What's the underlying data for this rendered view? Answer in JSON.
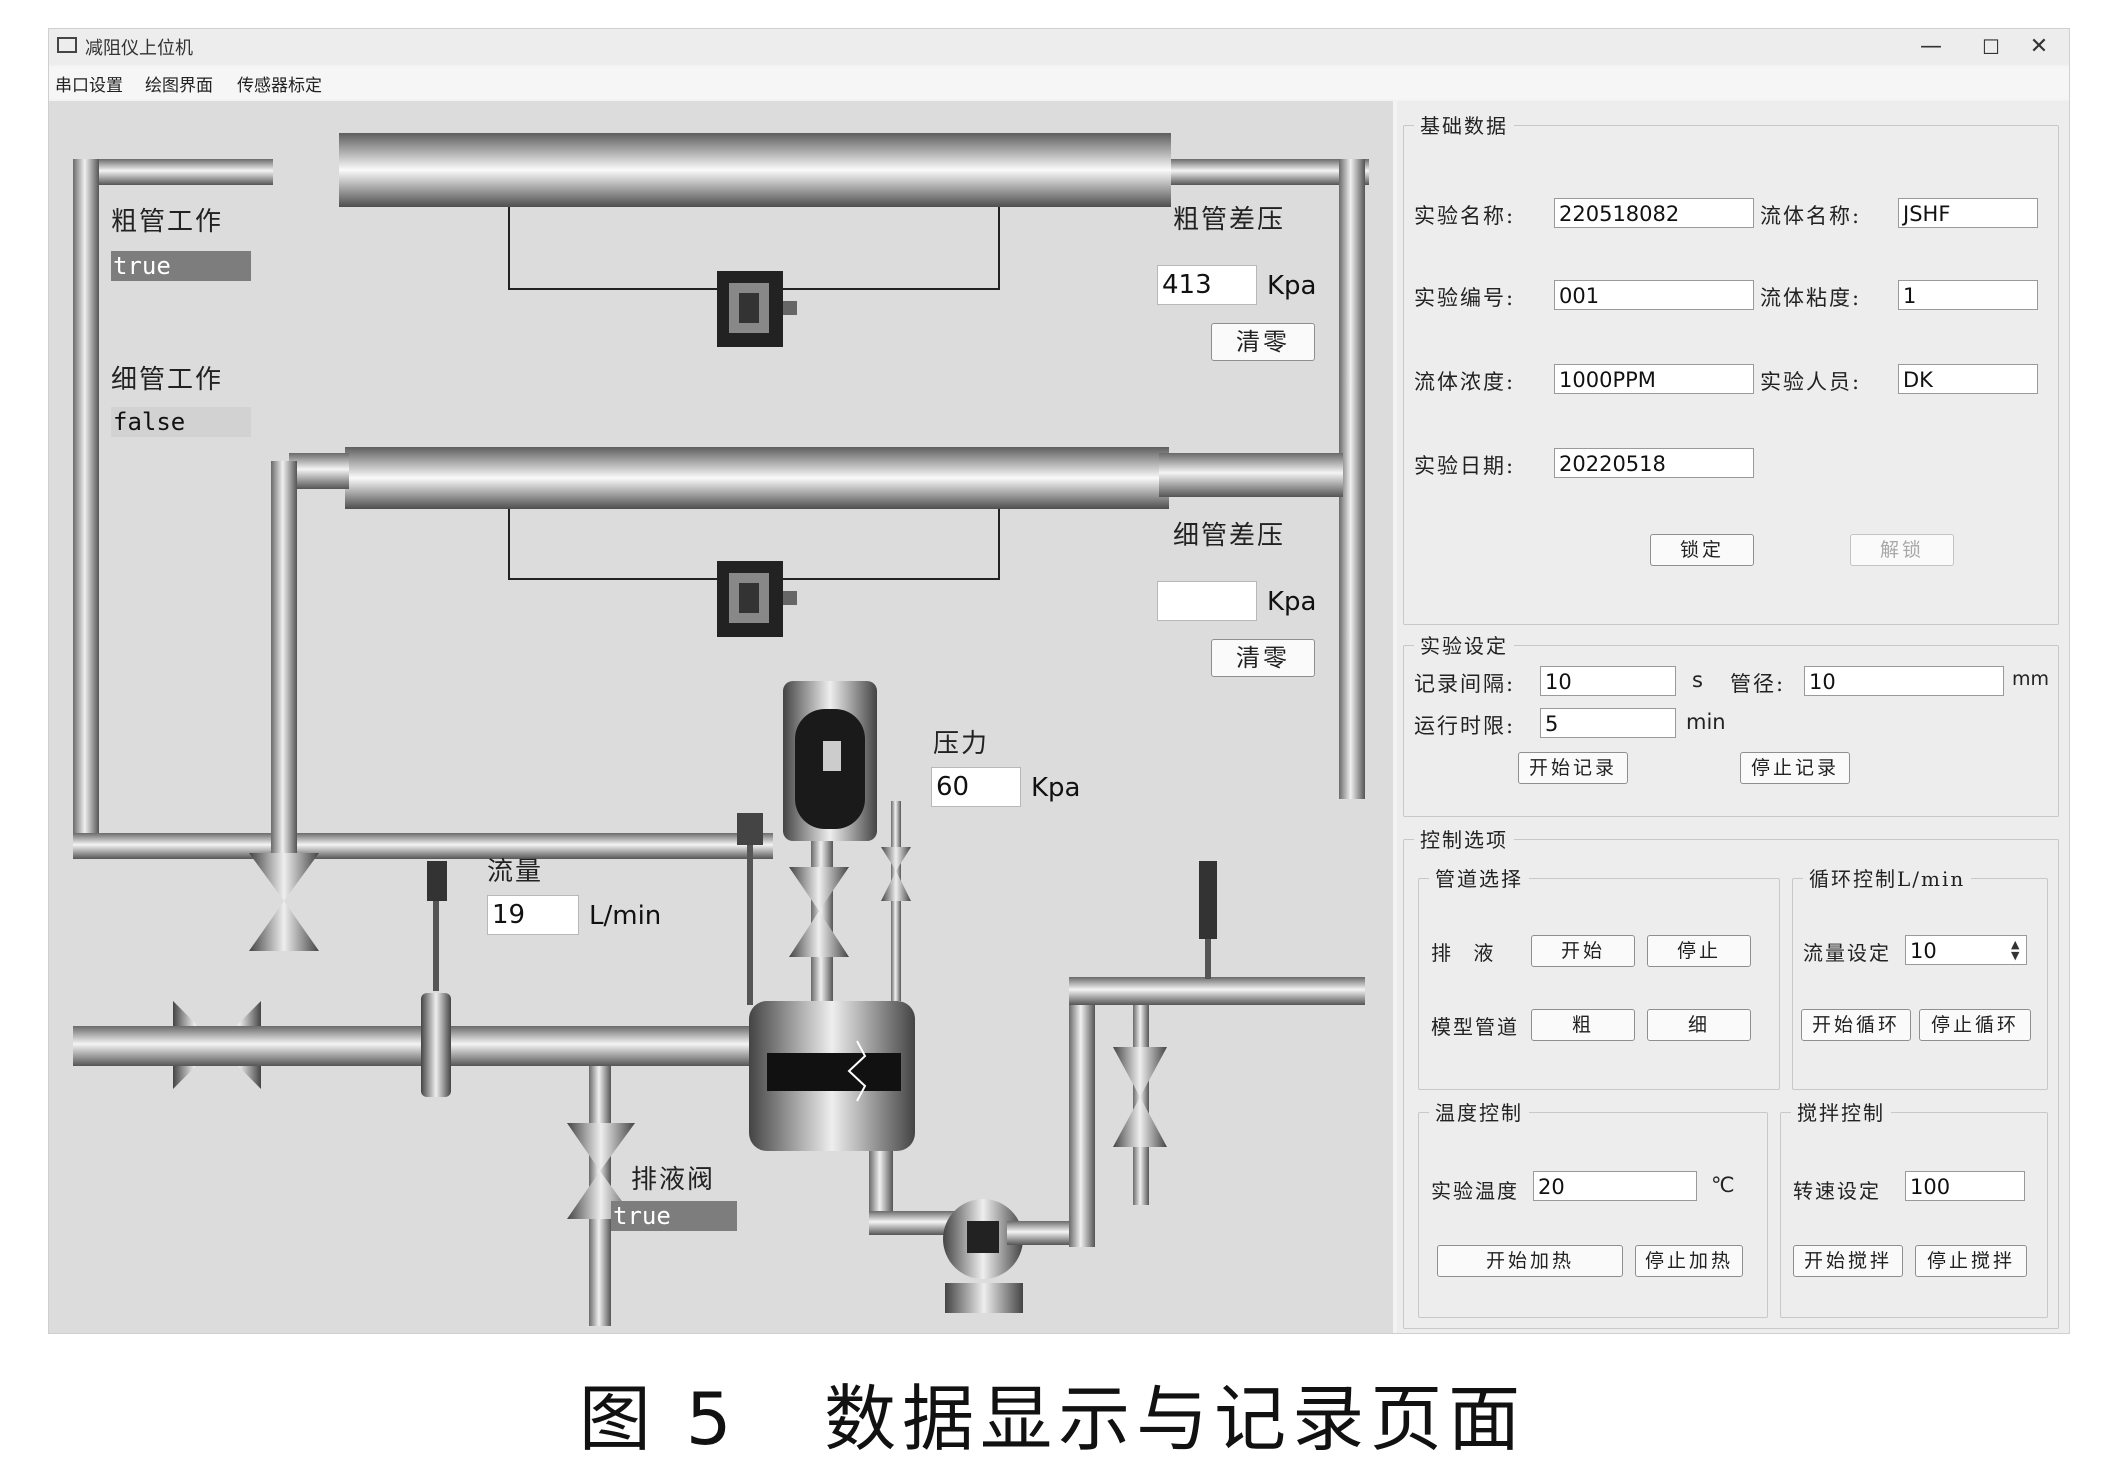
{
  "window": {
    "title": "减阻仪上位机",
    "minimize": "—",
    "maximize": "☐",
    "close": "✕"
  },
  "menu": [
    "串口设置",
    "绘图界面",
    "传感器标定"
  ],
  "diagram": {
    "coarse_work_label": "粗管工作",
    "coarse_work_value": "true",
    "fine_work_label": "细管工作",
    "fine_work_value": "false",
    "coarse_dp_label": "粗管差压",
    "coarse_dp_value": "413",
    "coarse_dp_unit": "Kpa",
    "coarse_zero_button": "清零",
    "fine_dp_label": "细管差压",
    "fine_dp_value": "",
    "fine_dp_unit": "Kpa",
    "fine_zero_button": "清零",
    "pressure_label": "压力",
    "pressure_value": "60",
    "pressure_unit": "Kpa",
    "flow_label": "流量",
    "flow_value": "19",
    "flow_unit": "L/min",
    "drain_valve_label": "排液阀",
    "drain_valve_value": "true"
  },
  "basic": {
    "title": "基础数据",
    "exp_name_label": "实验名称:",
    "exp_name_value": "220518082",
    "fluid_name_label": "流体名称:",
    "fluid_name_value": "JSHF",
    "exp_no_label": "实验编号:",
    "exp_no_value": "001",
    "viscosity_label": "流体粘度:",
    "viscosity_value": "1",
    "concentration_label": "流体浓度:",
    "concentration_value": "1000PPM",
    "operator_label": "实验人员:",
    "operator_value": "DK",
    "date_label": "实验日期:",
    "date_value": "20220518",
    "lock_button": "锁定",
    "unlock_button": "解锁"
  },
  "settings": {
    "title": "实验设定",
    "interval_label": "记录间隔:",
    "interval_value": "10",
    "interval_unit": "s",
    "diameter_label": "管径:",
    "diameter_value": "10",
    "diameter_unit": "mm",
    "limit_label": "运行时限:",
    "limit_value": "5",
    "limit_unit": "min",
    "start_record": "开始记录",
    "stop_record": "停止记录"
  },
  "control": {
    "title": "控制选项",
    "pipe_title": "管道选择",
    "drain_label": "排 液",
    "drain_start": "开始",
    "drain_stop": "停止",
    "model_pipe_label": "模型管道",
    "coarse_button": "粗",
    "fine_button": "细",
    "loop_title": "循环控制L/min",
    "flow_set_label": "流量设定",
    "flow_set_value": "10",
    "start_loop": "开始循环",
    "stop_loop": "停止循环",
    "temp_title": "温度控制",
    "temp_label": "实验温度",
    "temp_value": "20",
    "temp_unit": "℃",
    "start_heat": "开始加热",
    "stop_heat": "停止加热",
    "stir_title": "搅拌控制",
    "speed_label": "转速设定",
    "speed_value": "100",
    "start_stir": "开始搅拌",
    "stop_stir": "停止搅拌"
  },
  "caption": "图 5   数据显示与记录页面"
}
